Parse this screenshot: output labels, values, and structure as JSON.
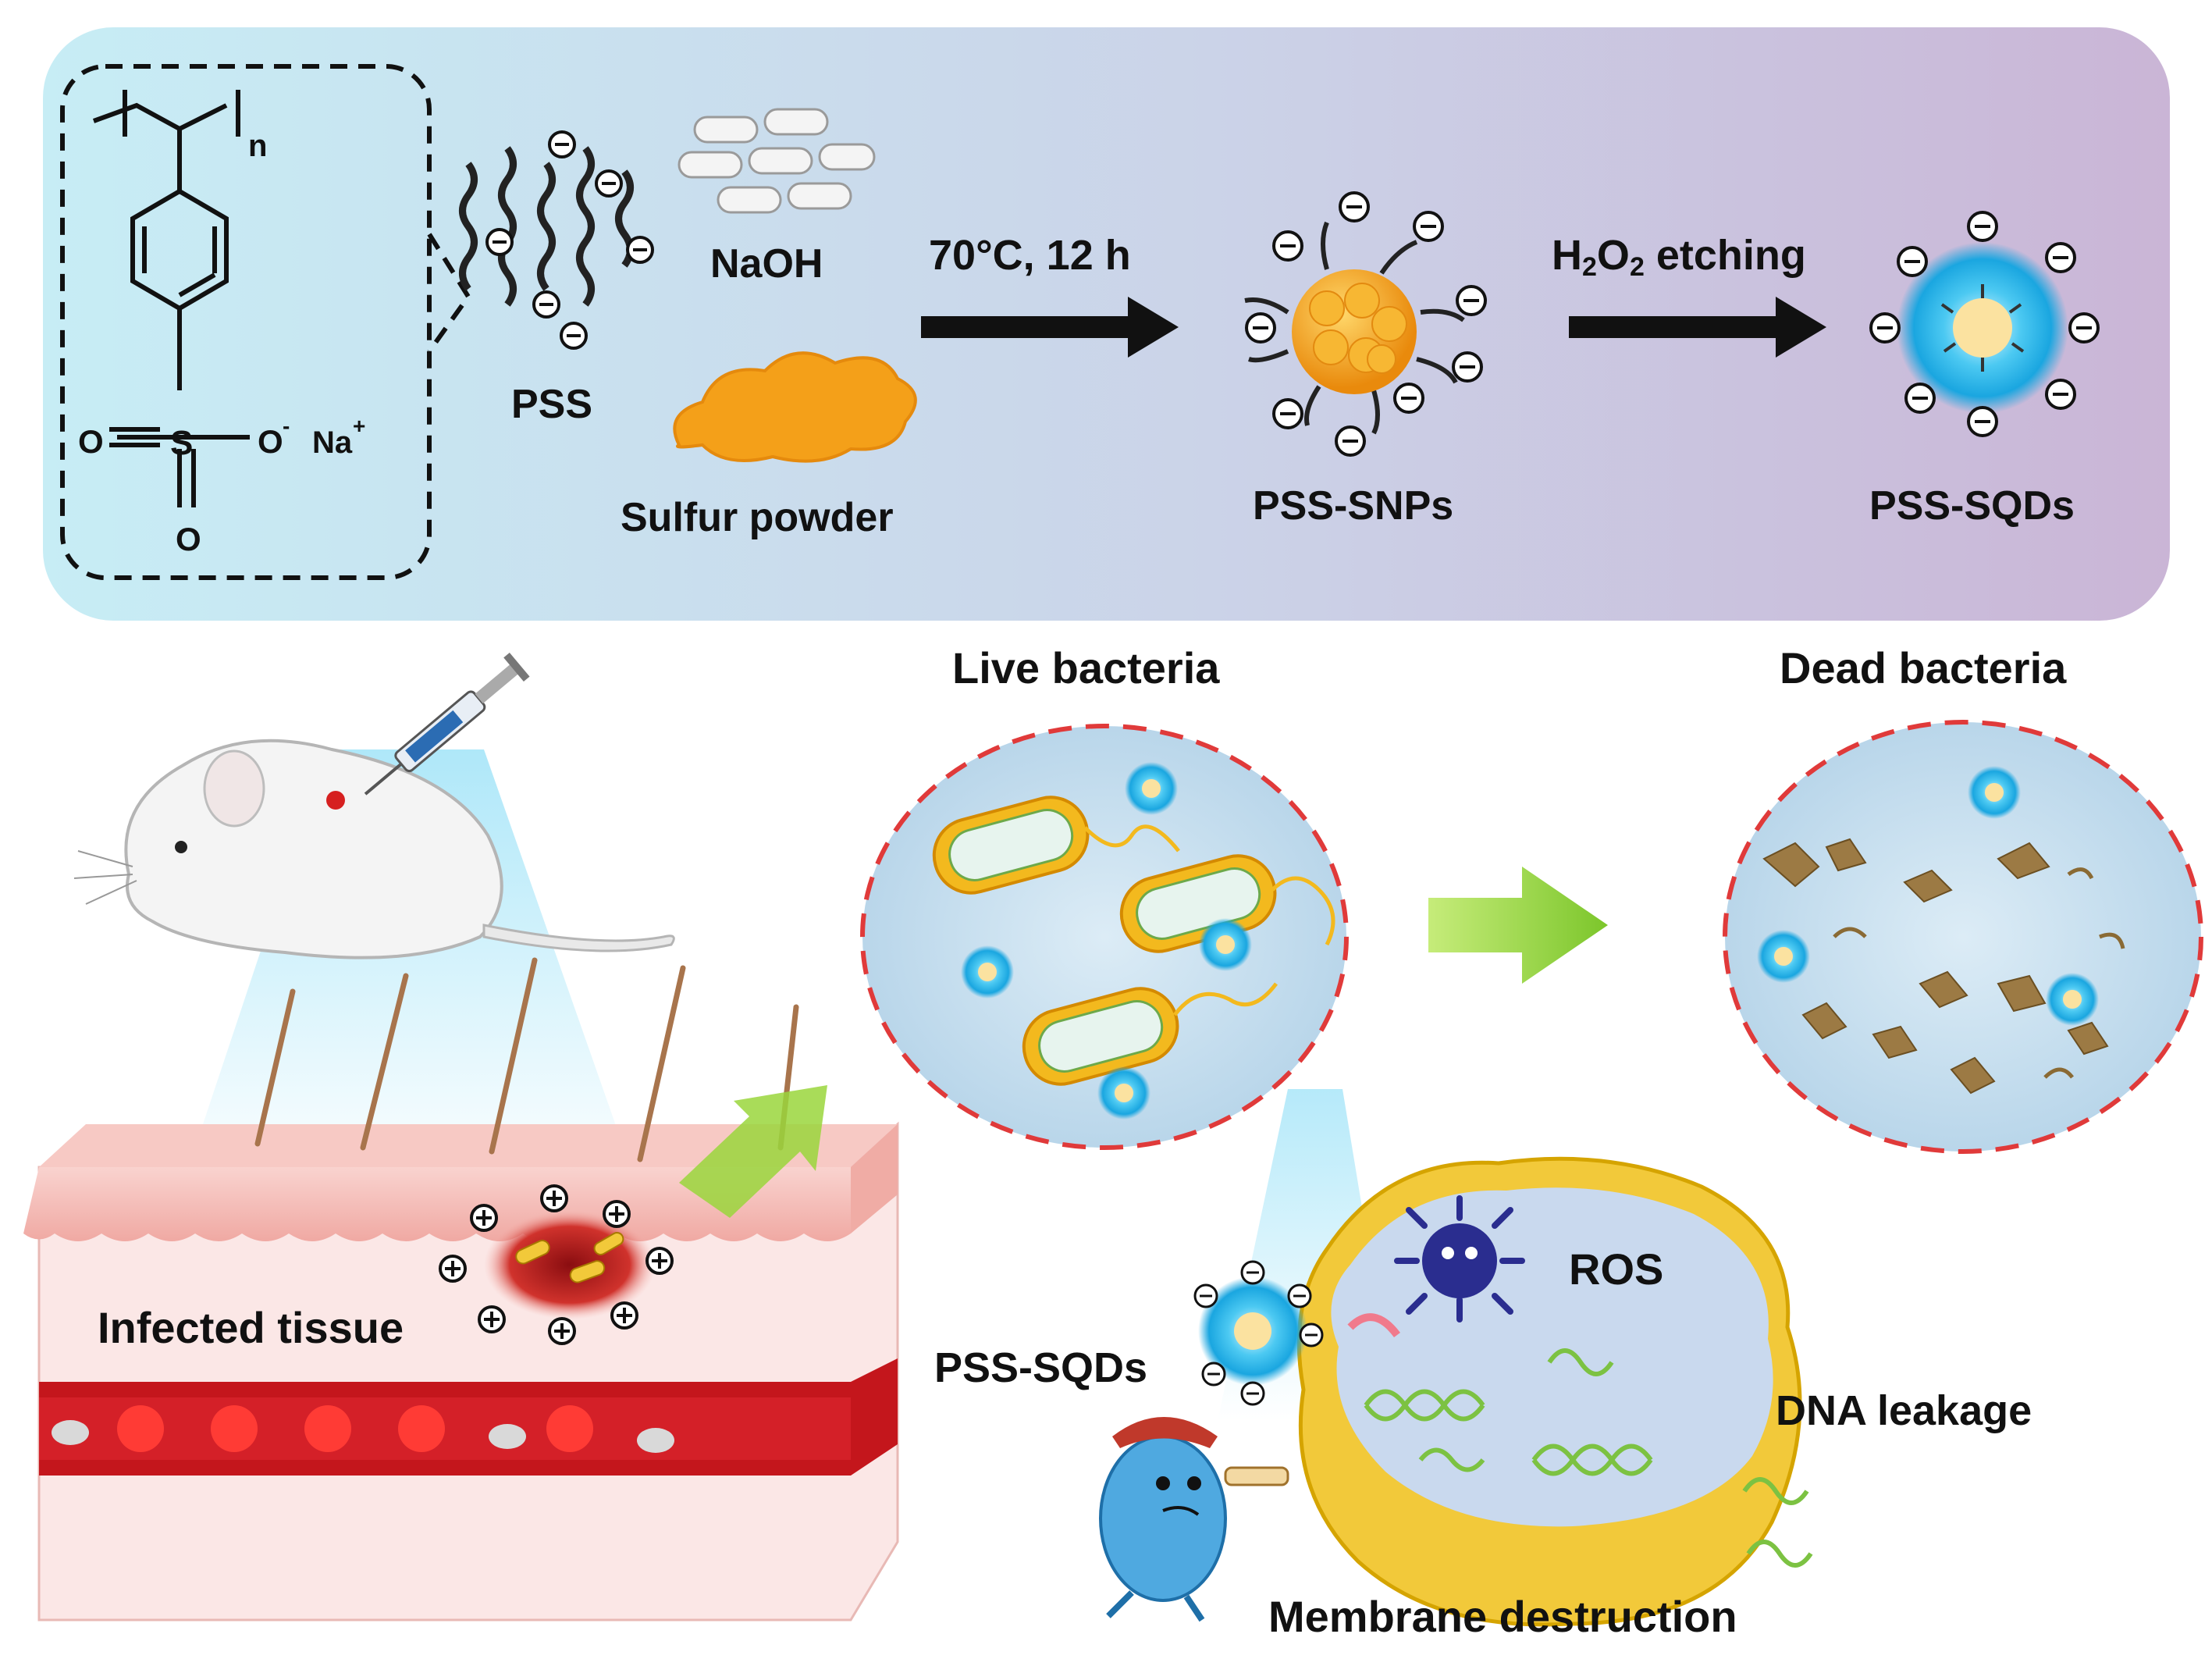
{
  "labels": {
    "polymer_n": "n",
    "o_minus": "O",
    "minus_sup": "-",
    "na": "Na",
    "plus_sup": "+",
    "o_left": "O",
    "s_atom": "S",
    "o_bottom": "O",
    "pss": "PSS",
    "naoh": "NaOH",
    "sulfur_powder": "Sulfur powder",
    "condition": "70°C, 12 h",
    "pss_snps": "PSS-SNPs",
    "etching_h": "H",
    "etching_sub1": "2",
    "etching_o": "O",
    "etching_sub2": "2",
    "etching_word": " etching",
    "pss_sqds_top": "PSS-SQDs",
    "live_bacteria": "Live bacteria",
    "dead_bacteria": "Dead bacteria",
    "infected_tissue": "Infected tissue",
    "pss_sqds_bottom": "PSS-SQDs",
    "ros": "ROS",
    "dna_leakage": "DNA leakage",
    "membrane_destruction": "Membrane destruction"
  },
  "colors": {
    "panel_left": "#c8ecf4",
    "panel_right": "#c9b6d6",
    "sulfur": "#f6a31c",
    "sqd_glow": "#1fb4e8",
    "arrow_green": "#9ad63c",
    "circle_dash": "#e03a3a",
    "skin": "#f5c4c0",
    "blood": "#c4161c",
    "membrane": "#f2c93a",
    "cell_interior": "#c9d9ee",
    "ros": "#2a2d8f",
    "dna": "#7cc242"
  }
}
